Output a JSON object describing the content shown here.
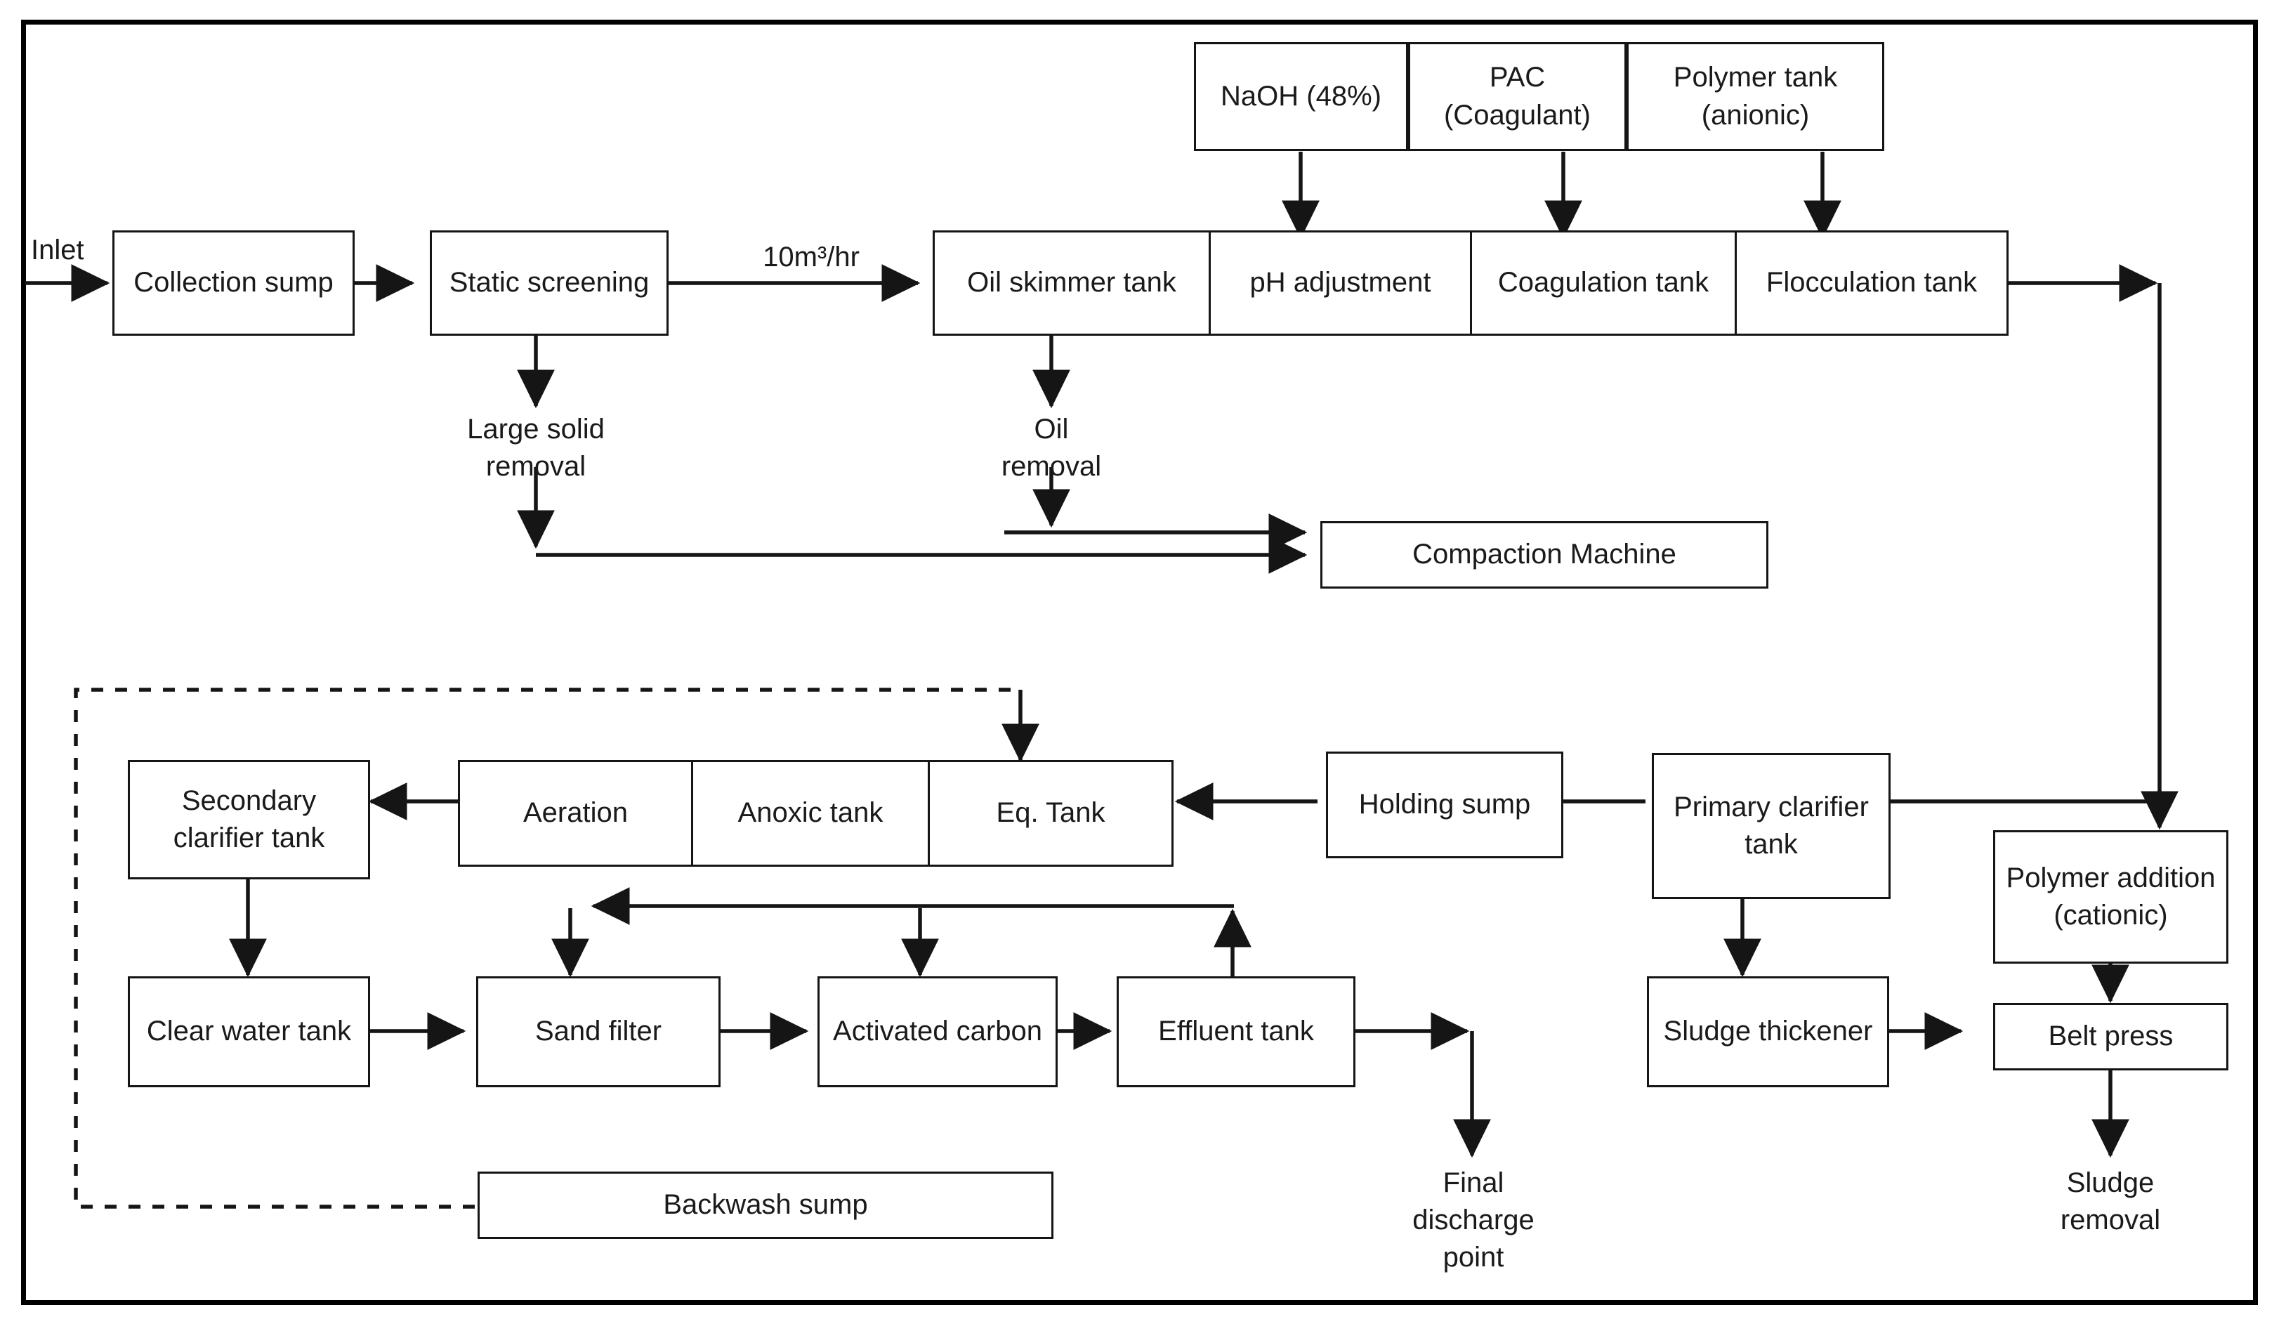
{
  "diagram": {
    "title": "Effluent treatment plant process flow diagram",
    "stroke_color": "#151515",
    "background_color": "#ffffff"
  },
  "nodes": {
    "naoh_tank": "NaOH (48%)",
    "pac_tank": "PAC\n(Coagulant)",
    "polymer_tank_anionic": "Polymer tank\n(anionic)",
    "collection_sump": "Collection\nsump",
    "static_screening": "Static\nscreening",
    "oil_skimmer_tank": "Oil skimmer\ntank",
    "ph_adjustment": "pH\nadjustment",
    "coagulation_tank": "Coagulation\ntank",
    "flocculation_tank": "Flocculation\ntank",
    "compaction_machine": "Compaction Machine",
    "secondary_clarifier_tank": "Secondary\nclarifier\ntank",
    "aeration": "Aeration",
    "anoxic_tank": "Anoxic\ntank",
    "eq_tank": "Eq. Tank",
    "holding_sump": "Holding\nsump",
    "primary_clarifier_tank": "Primary\nclarifier\ntank",
    "polymer_addition_cationic": "Polymer\naddition\n(cationic)",
    "clear_water_tank": "Clear\nwater tank",
    "sand_filter": "Sand filter",
    "activated_carbon": "Activated\ncarbon",
    "effluent_tank": "Effluent\ntank",
    "sludge_thickener": "Sludge\nthickener",
    "belt_press": "Belt press",
    "backwash_sump": "Backwash sump"
  },
  "labels": {
    "inlet": "Inlet",
    "flow_rate": "10m³/hr",
    "large_solid_removal": "Large solid\nremoval",
    "oil_removal": "Oil\nremoval",
    "final_discharge_point": "Final\ndischarge\npoint",
    "sludge_removal": "Sludge\nremoval"
  }
}
